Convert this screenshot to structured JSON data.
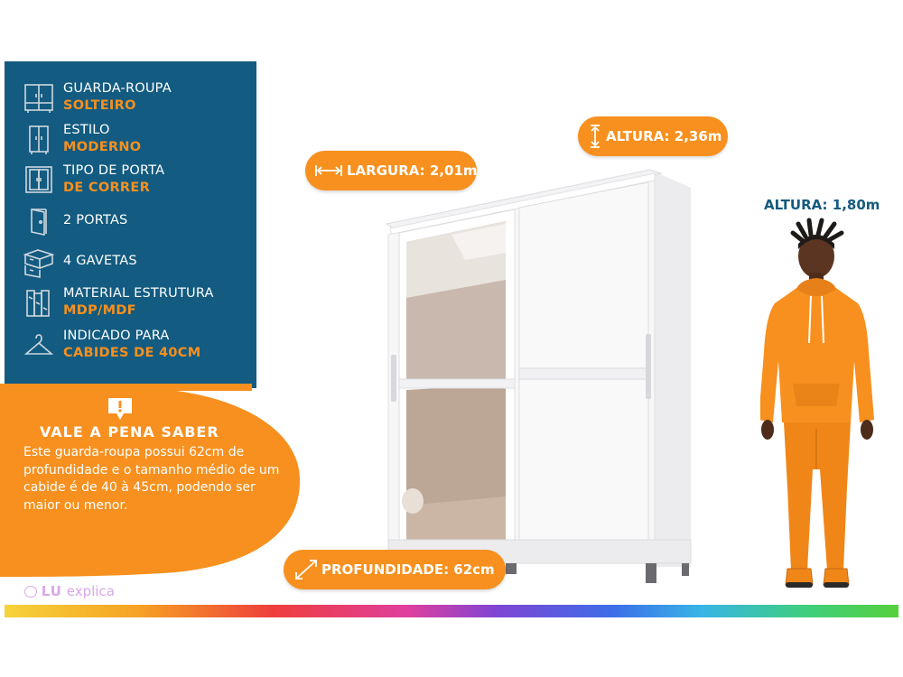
{
  "specs": [
    {
      "line1": "GUARDA-ROUPA",
      "line2": "SOLTEIRO",
      "icon": "wardrobe-icon"
    },
    {
      "line1": "ESTILO",
      "line2": "MODERNO",
      "icon": "cabinet-icon"
    },
    {
      "line1": "TIPO DE PORTA",
      "line2": "DE CORRER",
      "icon": "sliding-door-icon"
    },
    {
      "line1": "2  PORTAS",
      "icon": "door-icon"
    },
    {
      "line1": "4 GAVETAS",
      "icon": "drawers-icon"
    },
    {
      "line1": "MATERIAL ESTRUTURA",
      "line2": "MDP/MDF",
      "icon": "wood-panel-icon"
    },
    {
      "line1": "INDICADO PARA",
      "line2": "CABIDES DE 40CM",
      "icon": "hanger-icon"
    }
  ],
  "tip": {
    "title": "VALE A PENA SABER",
    "text": "Este guarda-roupa possui 62cm de profundidade e o tamanho médio de um cabide é de 40 à 45cm, podendo ser maior ou menor."
  },
  "dimensions": {
    "width": "LARGURA: 2,01m",
    "height": "ALTURA: 2,36m",
    "depth": "PROFUNDIDADE: 62cm",
    "person_height": "ALTURA: 1,80m"
  },
  "brand": {
    "logo_lu": "LU",
    "logo_explica": "explica"
  },
  "colors": {
    "blue": "#135b80",
    "orange": "#f7901e",
    "white": "#ffffff"
  }
}
